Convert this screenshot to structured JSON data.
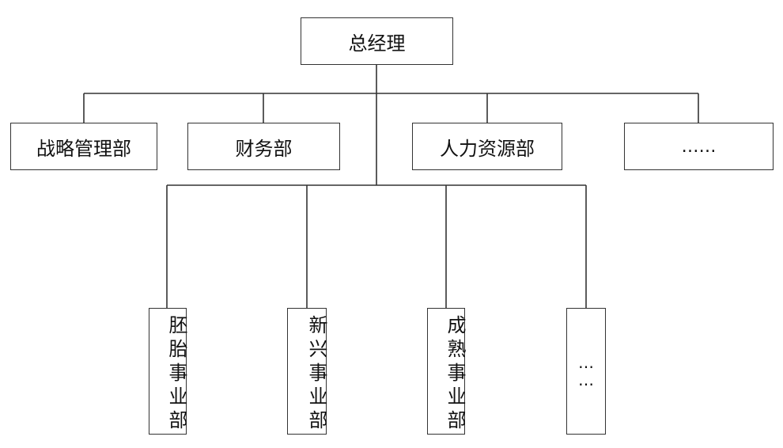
{
  "org_chart": {
    "root": {
      "label": "总经理"
    },
    "departments": [
      {
        "label": "战略管理部"
      },
      {
        "label": "财务部"
      },
      {
        "label": "人力资源部"
      },
      {
        "label": "……"
      }
    ],
    "business_units": [
      {
        "label": "胚胎事业部"
      },
      {
        "label": "新兴事业部"
      },
      {
        "label": "成熟事业部"
      },
      {
        "label": "…\n…"
      }
    ]
  }
}
